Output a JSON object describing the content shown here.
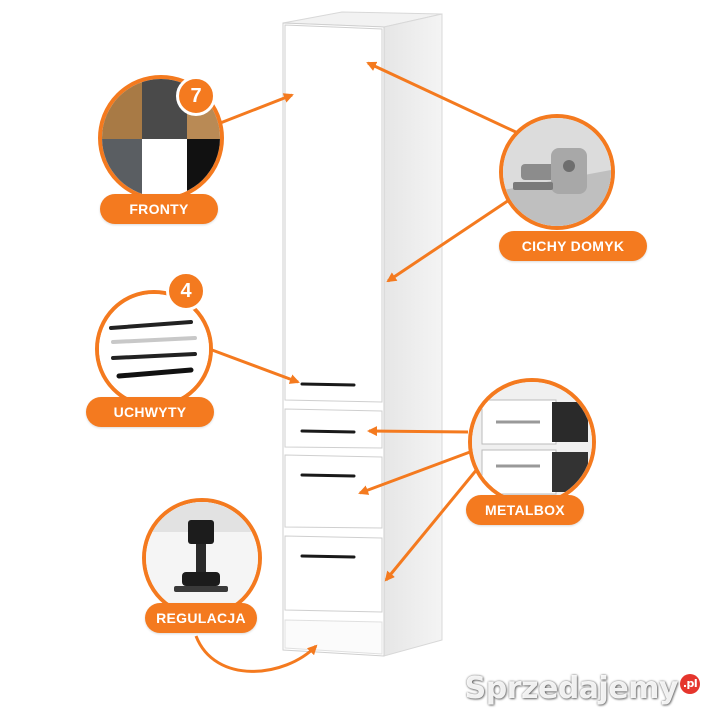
{
  "labels": {
    "fronty": "FRONTY",
    "cichy_domyk": "CICHY DOMYK",
    "uchwyty": "UCHWYTY",
    "metalbox": "METALBOX",
    "regulacja": "REGULACJA"
  },
  "badges": {
    "fronty_count": "7",
    "uchwyty_count": "4"
  },
  "watermark": {
    "brand": "Sprzedajemy",
    "tld": ".pl"
  },
  "colors": {
    "accent": "#f47a1f",
    "cabinet": "#ffffff",
    "handle": "#1a1a1a"
  }
}
